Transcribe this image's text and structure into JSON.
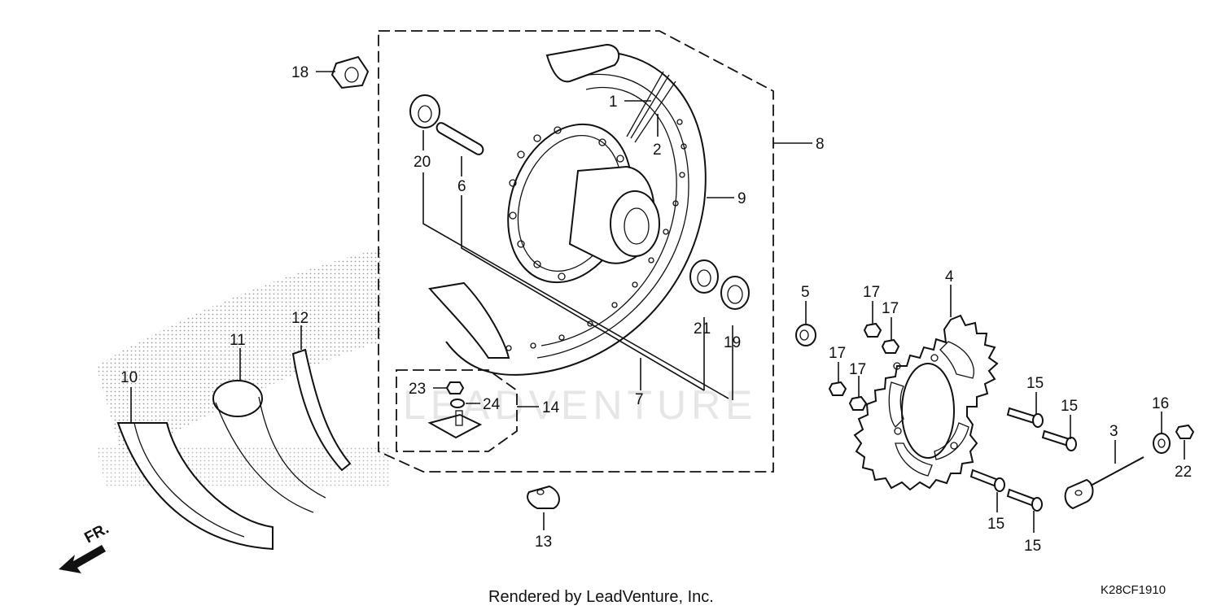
{
  "watermark": "LEADVENTURE",
  "direction_marker": "FR.",
  "footer": {
    "rendered_by": "Rendered by LeadVenture, Inc.",
    "diagram_code": "K28CF1910"
  },
  "callouts": {
    "c1": "1",
    "c2": "2",
    "c3": "3",
    "c4": "4",
    "c5": "5",
    "c6": "6",
    "c7": "7",
    "c8": "8",
    "c9": "9",
    "c10": "10",
    "c11": "11",
    "c12": "12",
    "c13": "13",
    "c14": "14",
    "c15a": "15",
    "c15b": "15",
    "c15c": "15",
    "c15d": "15",
    "c16": "16",
    "c17a": "17",
    "c17b": "17",
    "c17c": "17",
    "c17d": "17",
    "c18": "18",
    "c19": "19",
    "c20": "20",
    "c21": "21",
    "c22": "22",
    "c23": "23",
    "c24": "24"
  }
}
